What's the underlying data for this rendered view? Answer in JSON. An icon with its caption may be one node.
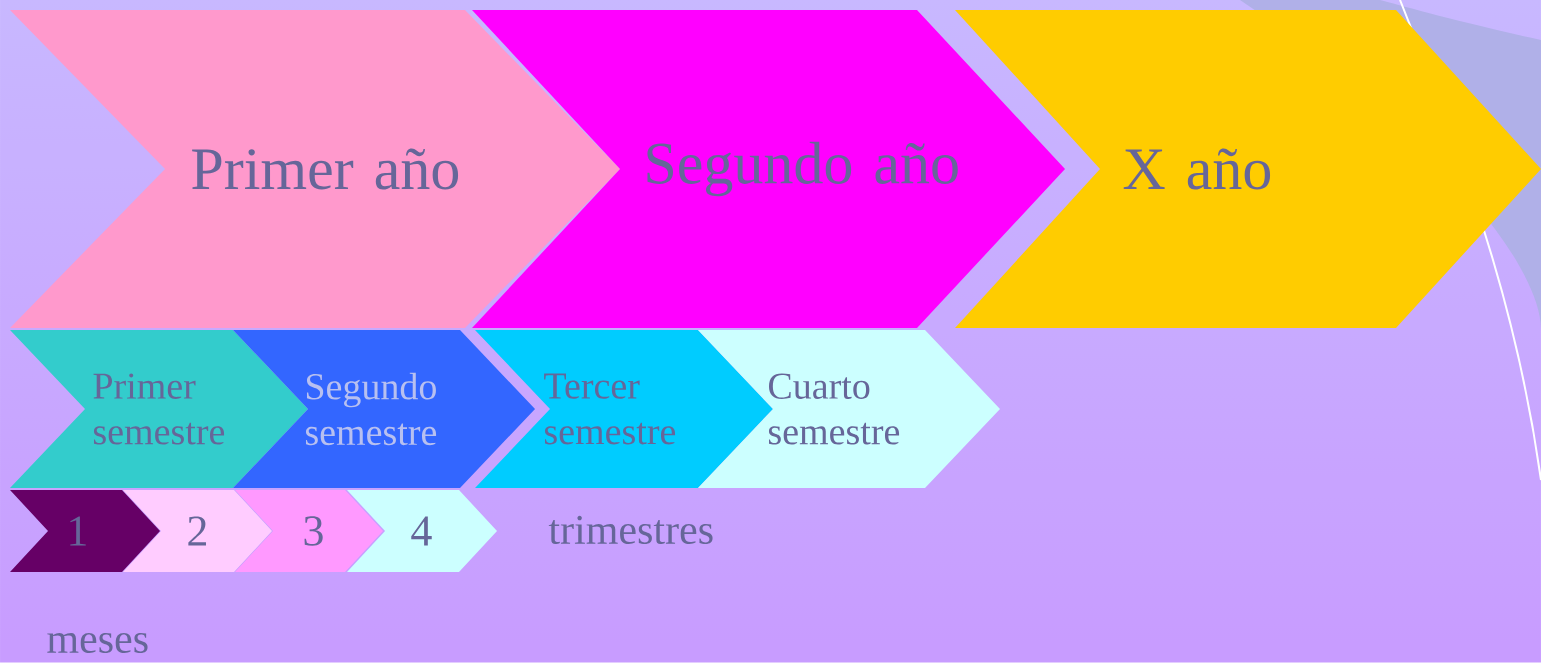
{
  "diagram": {
    "nodes": [
      {
        "text": [
          "Primer año"
        ]
      },
      {
        "text": [
          "Segundo año"
        ]
      },
      {
        "text": [
          "X año"
        ]
      },
      {
        "text": [
          "Primer semestre"
        ]
      },
      {
        "text": [
          "Segundo semestre"
        ]
      },
      {
        "text": [
          "Tercer semestre"
        ]
      },
      {
        "text": [
          "Cuarto semestre"
        ]
      },
      {
        "text": [
          "1"
        ]
      },
      {
        "text": [
          "2"
        ]
      },
      {
        "text": [
          "3"
        ]
      },
      {
        "text": [
          "4"
        ]
      }
    ],
    "labels": [
      "trimestres",
      "meses"
    ]
  }
}
